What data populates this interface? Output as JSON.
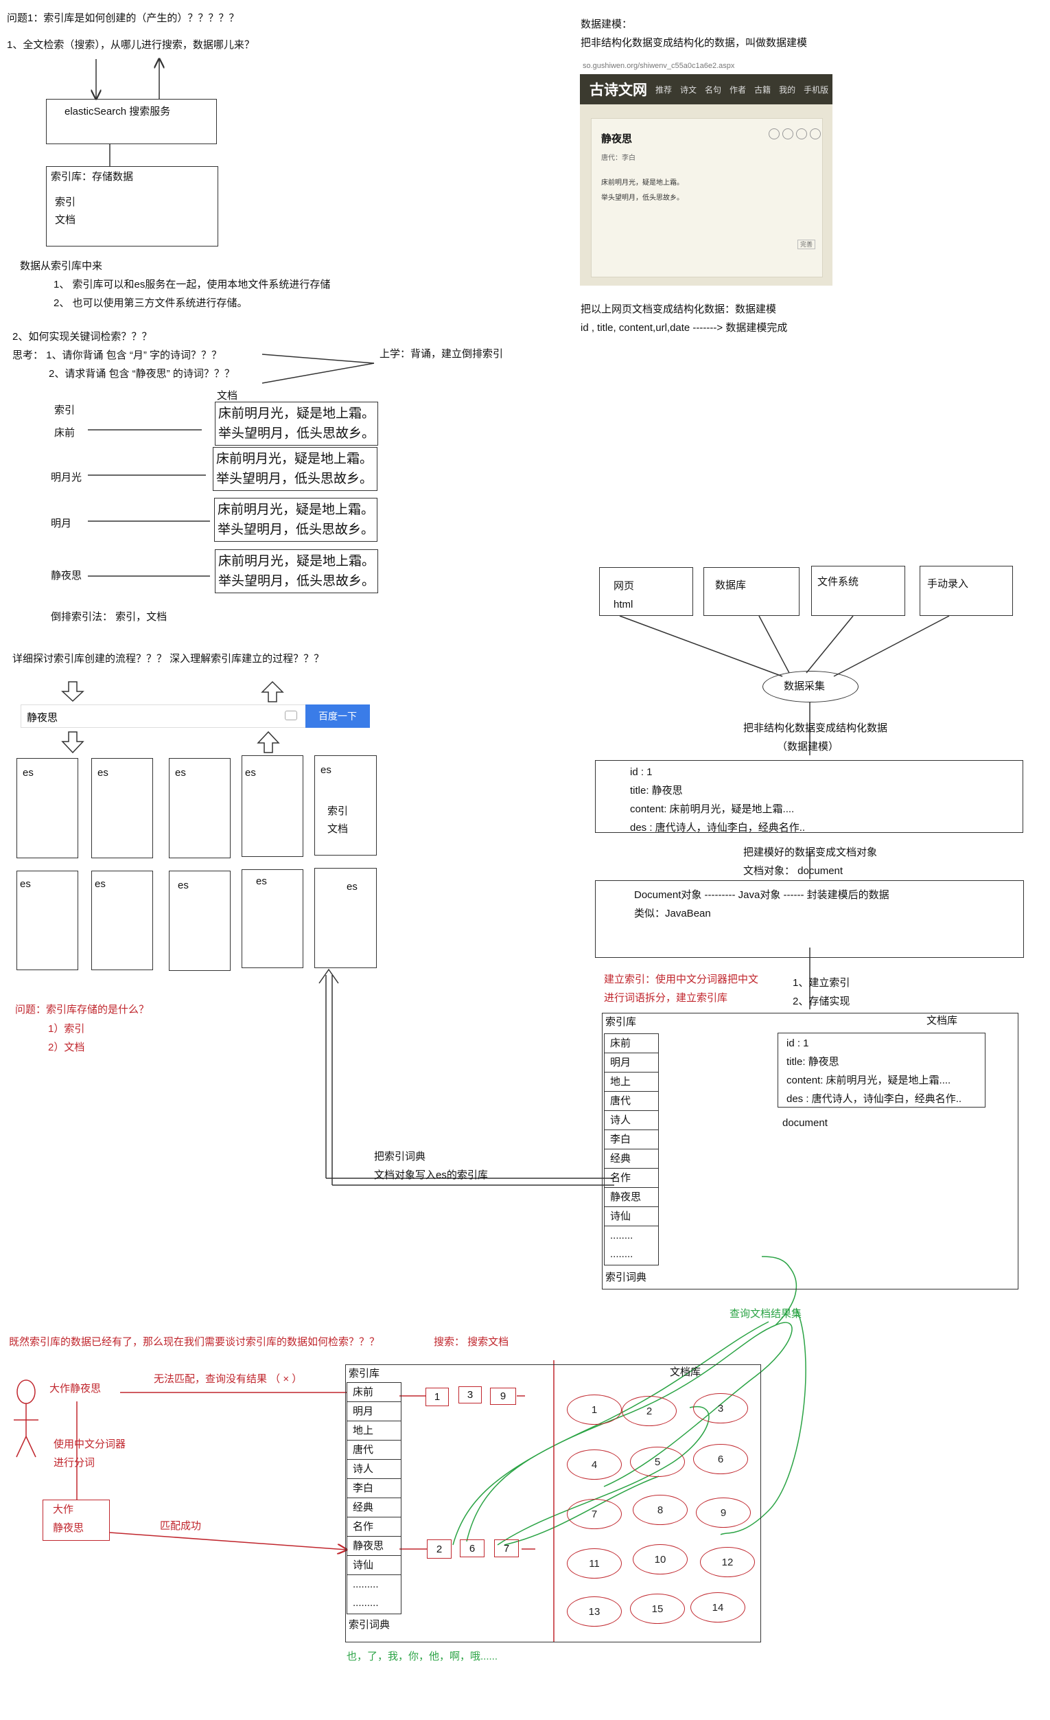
{
  "q1": {
    "title": "问题1：索引库是如何创建的（产生的）？？？？？",
    "sub": "1、全文检索（搜索），从哪儿进行搜索，数据哪儿来？",
    "es_service": "elasticSearch 搜索服务",
    "index_lib": "索引库：存储数据",
    "index": "索引",
    "doc": "文档",
    "from_title": "数据从索引库中来",
    "from_1": "1、 索引库可以和es服务在一起，使用本地文件系统进行存储",
    "from_2": "2、 也可以使用第三方文件系统进行存储。"
  },
  "modeling": {
    "title": "数据建模：",
    "desc": "把非结构化数据变成结构化的数据，叫做数据建模",
    "shot_url": "so.gushiwen.org/shiwenv_c55a0c1a6e2.aspx",
    "shot_logo": "古诗文网",
    "shot_nav": [
      "推荐",
      "诗文",
      "名句",
      "作者",
      "古籍",
      "我的",
      "手机版"
    ],
    "shot_title": "静夜思",
    "shot_meta": "唐代：李白",
    "shot_line1": "床前明月光，疑是地上霜。",
    "shot_line2": "举头望明月，低头思故乡。",
    "shot_btn": "完善",
    "after": "把以上网页文档变成结构化数据：数据建模",
    "fields": "id , title, content,url,date       ------->   数据建模完成"
  },
  "q2": {
    "title": "2、如何实现关键词检索？？？",
    "think1": "思考： 1、请你背诵 包含 “月” 字的诗词？？？",
    "think2": "2、请求背诵 包含  “静夜思” 的诗词？？？",
    "upper": "上学：背诵，建立倒排索引",
    "col_index": "索引",
    "col_doc": "文档",
    "terms": [
      "床前",
      "明月光",
      "明月",
      "静夜思"
    ],
    "poem_l1": "床前明月光，疑是地上霜。",
    "poem_l2": "举头望明月，低头思故乡。",
    "method": "倒排索引法： 索引，文档"
  },
  "detail": {
    "title": "详细探讨索引库创建的流程？？？ 深入理解索引库建立的过程？？？",
    "search_value": "静夜思",
    "search_btn": "百度一下",
    "es": "es",
    "idx": "索引",
    "doc": "文档",
    "question": "问题：索引库存储的是什么？",
    "ans1": "1）索引",
    "ans2": "2）文档"
  },
  "flow": {
    "src_web1": "网页",
    "src_web2": "html",
    "src_db": "数据库",
    "src_fs": "文件系统",
    "src_manual": "手动录入",
    "collect": "数据采集",
    "to_struct": "把非结构化数据变成结构化数据",
    "modeling": "（数据建模）",
    "rec_id": "id  :  1",
    "rec_title": "title: 静夜思",
    "rec_content": "content: 床前明月光，疑是地上霜....",
    "rec_des": "des : 唐代诗人，诗仙李白，经典名作..",
    "to_doc1": "把建模好的数据变成文档对象",
    "to_doc2": "文档对象： document",
    "doc_obj": "Document对象 --------- Java对象 ------ 封装建模后的数据",
    "like": "类似：JavaBean",
    "build_red1": "建立索引：使用中文分词器把中文",
    "build_red2": "进行词语拆分，建立索引库",
    "step1": "1、建立索引",
    "step2": "2、存储实现",
    "idxlib": "索引库",
    "doclib": "文档库",
    "dict": [
      "床前",
      "明月",
      "地上",
      "唐代",
      "诗人",
      "李白",
      "经典",
      "名作",
      "静夜思",
      "诗仙",
      "........",
      "........"
    ],
    "dict_label": "索引词典",
    "doc_id": "id  :  1",
    "doc_title": "title: 静夜思",
    "doc_content": "content: 床前明月光，疑是地上霜....",
    "doc_des": "des : 唐代诗人，诗仙李白，经典名作..",
    "doc_label": "document",
    "write1": "把索引词典",
    "write2": "文档对象写入es的索引库"
  },
  "retrieve": {
    "green_top": "查询文档结果集",
    "title": "既然索引库的数据已经有了，那么现在我们需要谈讨索引库的数据如何检索？？？",
    "search_doc": "搜索： 搜索文档",
    "query": "大作静夜思",
    "nomatch": "无法匹配，查询没有结果 （ × ）",
    "use_seg1": "使用中文分词器",
    "use_seg2": "进行分词",
    "tok1": "大作",
    "tok2": "静夜思",
    "match": "匹配成功",
    "idxlib": "索引库",
    "doclib": "文档库",
    "dict": [
      "床前",
      "明月",
      "地上",
      "唐代",
      "诗人",
      "李白",
      "经典",
      "名作",
      "静夜思",
      "诗仙",
      ".........",
      "........."
    ],
    "dict_label": "索引词典",
    "row1": [
      "1",
      "3",
      "9"
    ],
    "row2": [
      "2",
      "6",
      "7"
    ],
    "docs": [
      "1",
      "2",
      "3",
      "4",
      "5",
      "6",
      "7",
      "8",
      "9",
      "11",
      "10",
      "12",
      "13",
      "15",
      "14"
    ],
    "stop": "也，了，我，你，他，啊，哦......"
  }
}
